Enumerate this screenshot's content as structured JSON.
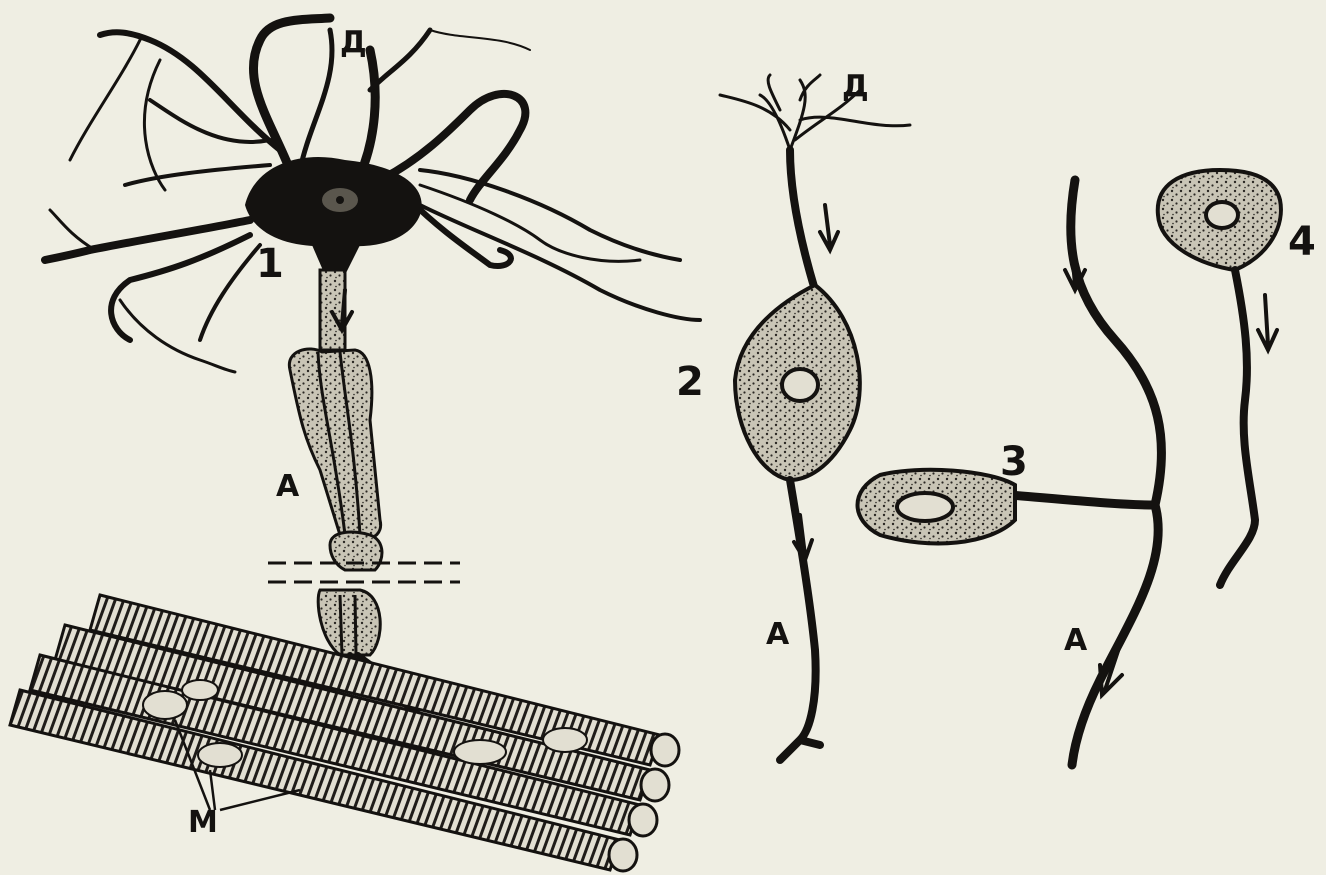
{
  "figure": {
    "ink_color": "#141210",
    "paper_color": "#efeee3",
    "neurons": [
      {
        "number": "1",
        "dendrite_label": "Д",
        "axon_label": "А",
        "muscle_label": "М"
      },
      {
        "number": "2",
        "dendrite_label": "Д",
        "axon_label": "А"
      },
      {
        "number": "3",
        "axon_label": "А"
      },
      {
        "number": "4"
      }
    ]
  }
}
